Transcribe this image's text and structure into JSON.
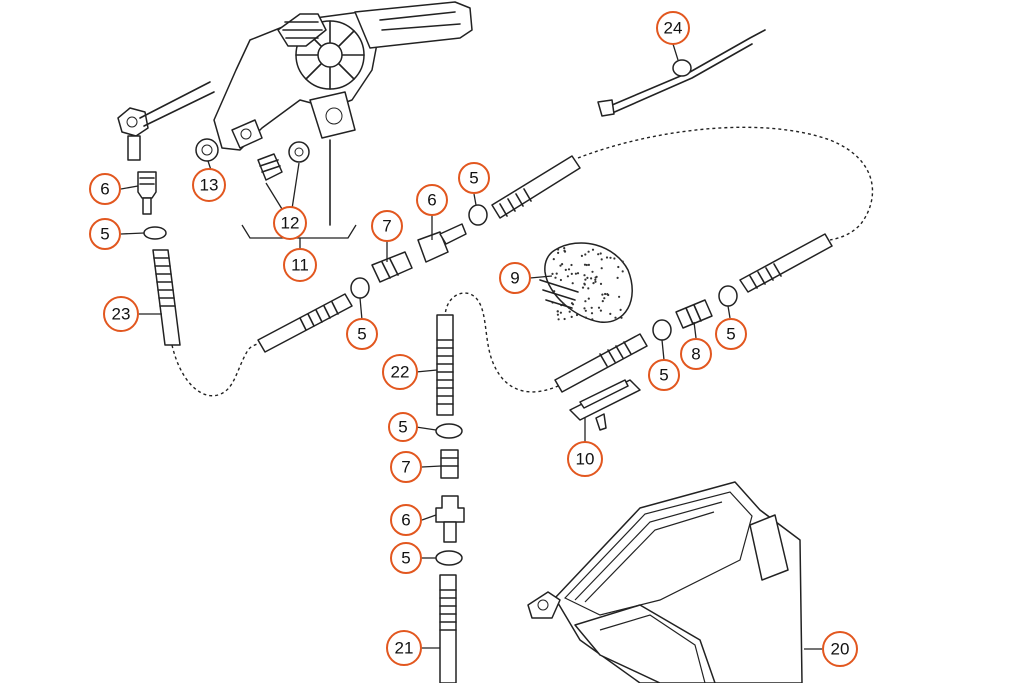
{
  "colors": {
    "callout_ring": "#e2571f",
    "line": "#222222",
    "background": "#ffffff"
  },
  "callouts": [
    {
      "id": "c24",
      "text": "24"
    },
    {
      "id": "c6a",
      "text": "6"
    },
    {
      "id": "c13",
      "text": "13"
    },
    {
      "id": "c5a",
      "text": "5"
    },
    {
      "id": "c12",
      "text": "12"
    },
    {
      "id": "c11",
      "text": "11"
    },
    {
      "id": "c23",
      "text": "23"
    },
    {
      "id": "c7a",
      "text": "7"
    },
    {
      "id": "c6b",
      "text": "6"
    },
    {
      "id": "c5b",
      "text": "5"
    },
    {
      "id": "c5c",
      "text": "5"
    },
    {
      "id": "c9",
      "text": "9"
    },
    {
      "id": "c22",
      "text": "22"
    },
    {
      "id": "c5d",
      "text": "5"
    },
    {
      "id": "c7b",
      "text": "7"
    },
    {
      "id": "c6c",
      "text": "6"
    },
    {
      "id": "c5e",
      "text": "5"
    },
    {
      "id": "c21",
      "text": "21"
    },
    {
      "id": "c10",
      "text": "10"
    },
    {
      "id": "c5f",
      "text": "5"
    },
    {
      "id": "c8",
      "text": "8"
    },
    {
      "id": "c5g",
      "text": "5"
    },
    {
      "id": "c20",
      "text": "20"
    }
  ]
}
